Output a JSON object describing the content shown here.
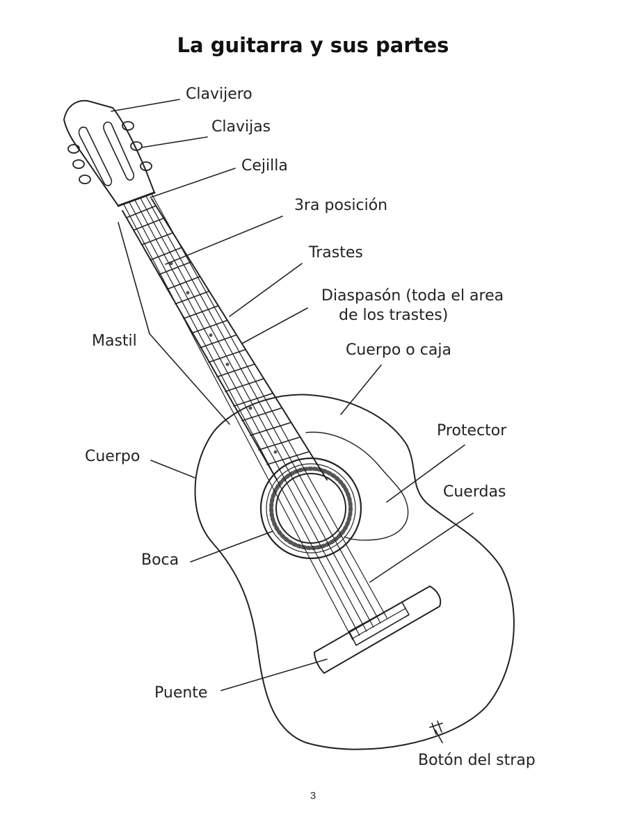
{
  "title": "La guitarra y sus partes",
  "labels": {
    "clavijero": "Clavijero",
    "clavijas": "Clavijas",
    "cejilla": "Cejilla",
    "tercera_posicion": "3ra posición",
    "trastes": "Trastes",
    "diapason_line1": "Diaspasón (toda el area",
    "diapason_line2": "de los trastes)",
    "cuerpo_o_caja": "Cuerpo o caja",
    "mastil": "Mastil",
    "protector": "Protector",
    "cuerpo": "Cuerpo",
    "cuerdas": "Cuerdas",
    "boca": "Boca",
    "puente": "Puente",
    "boton_del_strap": "Botón del strap"
  },
  "page_number": "3",
  "colors": {
    "ink": "#222222",
    "background": "#ffffff"
  }
}
